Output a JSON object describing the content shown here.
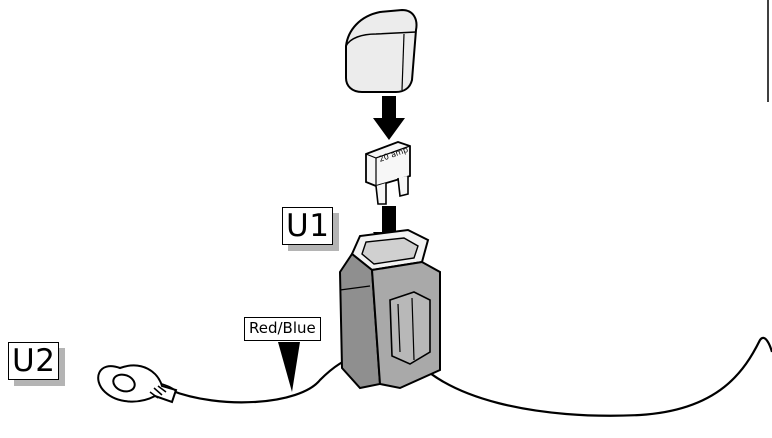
{
  "callouts": {
    "u1": "U1",
    "u2": "U2"
  },
  "wire_label": "Red/Blue",
  "fuse_rating": "20 amp",
  "colors": {
    "outline": "#000000",
    "housing_fill": "#a9a9a9",
    "housing_shade": "#8f8f8f",
    "cap_fill": "#ececec",
    "fuse_fill": "#f7f7f7",
    "callout_shadow": "#b4b4b4",
    "background": "#ffffff"
  },
  "icons": [
    "ring-terminal-icon",
    "down-arrow-icon",
    "blade-fuse-icon",
    "fuse-holder-icon",
    "fuse-cap-icon"
  ]
}
